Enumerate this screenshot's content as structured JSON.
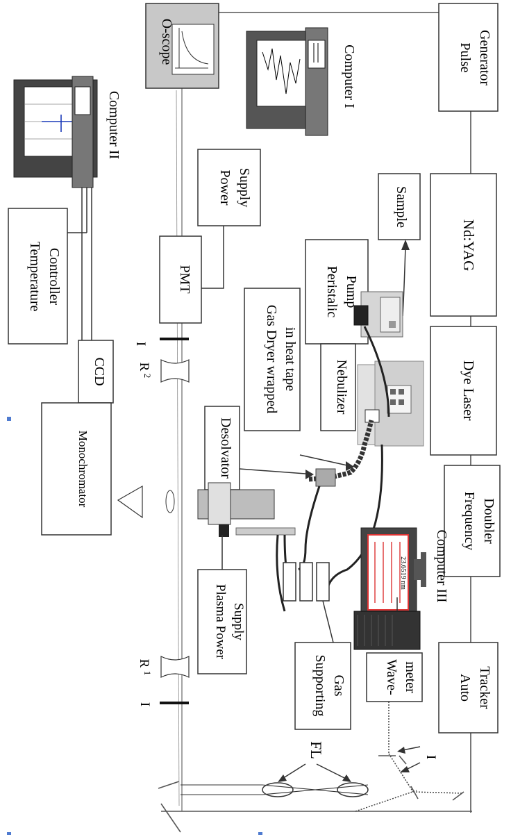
{
  "labels": {
    "o_scope": "O-scope",
    "computer_1": "Computer I",
    "computer_2": "Computer II",
    "computer_3": "Computer III",
    "pulse_generator_1": "Pulse",
    "pulse_generator_2": "Generator",
    "nd_yag": "Nd:YAG",
    "dye_laser": "Dye Laser",
    "frequency_doubler_1": "Frequency",
    "frequency_doubler_2": "Doubler",
    "auto_tracker_1": "Auto",
    "auto_tracker_2": "Tracker",
    "power_supply_1": "Power",
    "power_supply_2": "Supply",
    "pmt": "PMT",
    "temperature_controller_1": "Temperature",
    "temperature_controller_2": "Controller",
    "ccd": "CCD",
    "monochromator": "Monochromator",
    "sample": "Sample",
    "peristaltic_pump_1": "Peristalic",
    "peristaltic_pump_2": "Pump",
    "nebulizer": "Nebulizer",
    "gas_dryer_1": "Gas Dryer wrapped",
    "gas_dryer_2": "in heat tape",
    "desolvator": "Desolvator",
    "plasma_power_supply_1": "Plasma Power",
    "plasma_power_supply_2": "Supply",
    "supporting_gas_1": "Supporting",
    "supporting_gas_2": "Gas",
    "wavemeter_1": "Wave-",
    "wavemeter_2": "meter",
    "fl": "FL",
    "r1": "R",
    "r1_sub": "1",
    "r2": "R",
    "r2_sub": "2",
    "iris_1": "I",
    "iris_2": "I",
    "iris_3": "I",
    "wavemeter_screen": "23.6519 nm"
  }
}
